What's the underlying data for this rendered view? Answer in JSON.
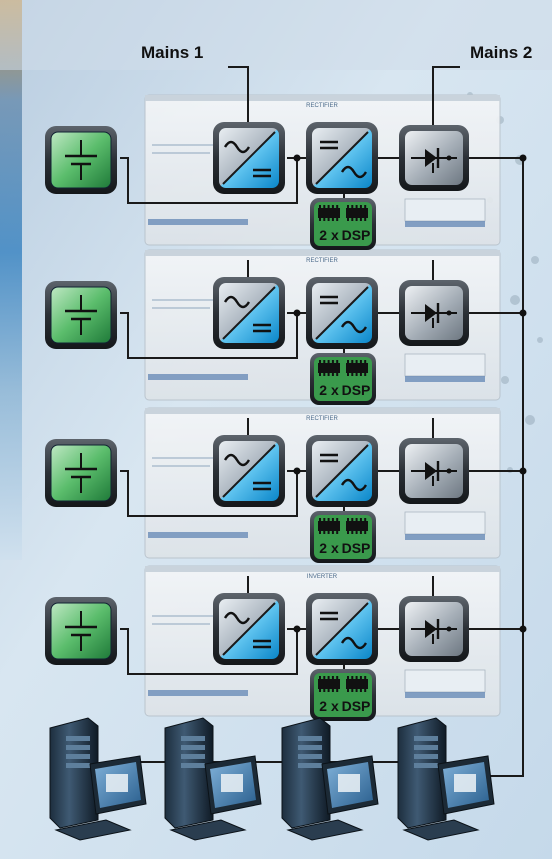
{
  "mains_labels": [
    "Mains 1",
    "Mains 2"
  ],
  "dsp_label_parts": [
    "2 x",
    "DSP"
  ],
  "rack_units": [
    {
      "id": 1,
      "screen_title": "RECTIFIER",
      "has_dsp": true
    },
    {
      "id": 2,
      "screen_title": "RECTIFIER",
      "has_dsp": true
    },
    {
      "id": 3,
      "screen_title": "RECTIFIER",
      "has_dsp": true
    },
    {
      "id": 4,
      "screen_title": "INVERTER",
      "has_dsp": true
    }
  ],
  "workstations": [
    {
      "id": 1
    },
    {
      "id": 2
    },
    {
      "id": 3
    },
    {
      "id": 4
    }
  ],
  "icons": {
    "battery": "battery-icon",
    "rectifier": "ac-dc-rectifier-icon",
    "inverter": "dc-ac-inverter-icon",
    "static_switch": "static-switch-diode-icon",
    "dsp": "dsp-chip-icon",
    "workstation": "computer-workstation-icon"
  },
  "colors": {
    "battery_green_light": "#8fd39a",
    "battery_green_dark": "#2e8a45",
    "converter_blue": "#1aa3e0",
    "converter_grey": "#c8d0d8",
    "switch_grey": "#9aa2ab",
    "dsp_green": "#3a9a4c",
    "wire": "#1a1a1a"
  }
}
